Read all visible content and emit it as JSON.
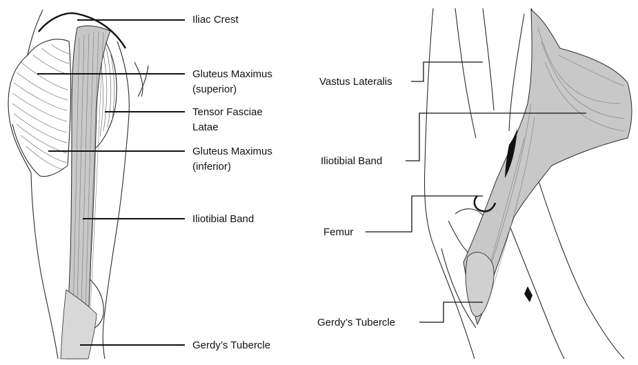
{
  "left_panel": {
    "labels": {
      "iliac_crest": "Iliac Crest",
      "gluteus_max_sup_1": "Gluteus Maximus",
      "gluteus_max_sup_2": "(superior)",
      "tensor_fasciae_1": "Tensor Fasciae",
      "tensor_fasciae_2": "Latae",
      "gluteus_max_inf_1": "Gluteus Maximus",
      "gluteus_max_inf_2": "(inferior)",
      "iliotibial_band": "Iliotibial Band",
      "gerdys_tubercle": "Gerdy’s Tubercle"
    }
  },
  "right_panel": {
    "labels": {
      "vastus_lateralis": "Vastus Lateralis",
      "iliotibial_band": "Iliotibial Band",
      "femur": "Femur",
      "gerdys_tubercle": "Gerdy’s Tubercle"
    }
  },
  "colors": {
    "line": "#1a1a1a",
    "band_fill": "#c8c8c8",
    "background": "#ffffff"
  }
}
